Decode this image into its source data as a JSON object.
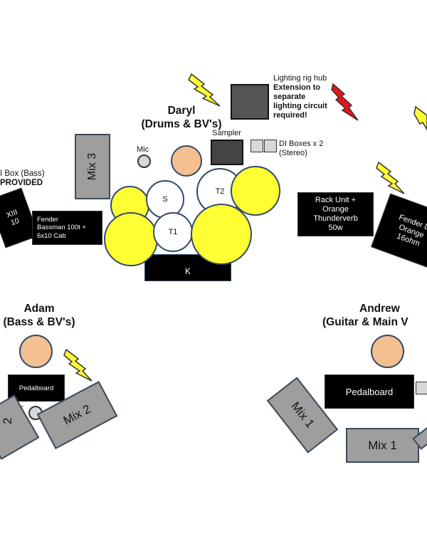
{
  "people": {
    "daryl": {
      "name": "Daryl",
      "role": "(Drums & BV's)"
    },
    "adam": {
      "name": "Adam",
      "role": "(Bass & BV's)"
    },
    "andrew": {
      "name": "Andrew",
      "role": "(Guitar & Main V"
    }
  },
  "drums": {
    "snare": "S",
    "tom1": "T1",
    "tom2": "T2",
    "kick": "K"
  },
  "labels": {
    "mic": "Mic",
    "sampler": "Sampler",
    "lighting_line1": "Lighting rig hub",
    "lighting_line2": "Extension to",
    "lighting_line3": "separate",
    "lighting_line4": "lighting circuit",
    "lighting_line5": "required!",
    "di_boxes_line1": "DI Boxes x 2",
    "di_boxes_line2": "(Stereo)",
    "di_bass_line1": "I Box (Bass)",
    "di_bass_line2": "PROVIDED"
  },
  "equipment": {
    "fender_bassman_line1": "Fender",
    "fender_bassman_line2": "Bassman 100t +",
    "fender_bassman_line3": "6x10 Cab",
    "left_amp_line1": "XIII",
    "left_amp_line2": "10",
    "rack_line1": "Rack Unit +",
    "rack_line2": "Orange",
    "rack_line3": "Thunderverb",
    "rack_line4": "50w",
    "fender_right_line1": "Fender D",
    "fender_right_line2": "Orange",
    "fender_right_line3": "16ohm",
    "pedalboard_adam": "Pedalboard",
    "pedalboard_andrew": "Pedalboard"
  },
  "monitors": {
    "mix3": "Mix 3",
    "mix2": "Mix 2",
    "mix2_partial": "2",
    "mix1_rotated": "Mix 1",
    "mix1": "Mix 1"
  },
  "colors": {
    "cymbal": "#ffff33",
    "head": "#f5c08f",
    "monitor": "#9e9e9e",
    "lightning_yellow": "#ffff33",
    "lightning_red": "#e8141a",
    "outline": "#2f4a6a"
  }
}
